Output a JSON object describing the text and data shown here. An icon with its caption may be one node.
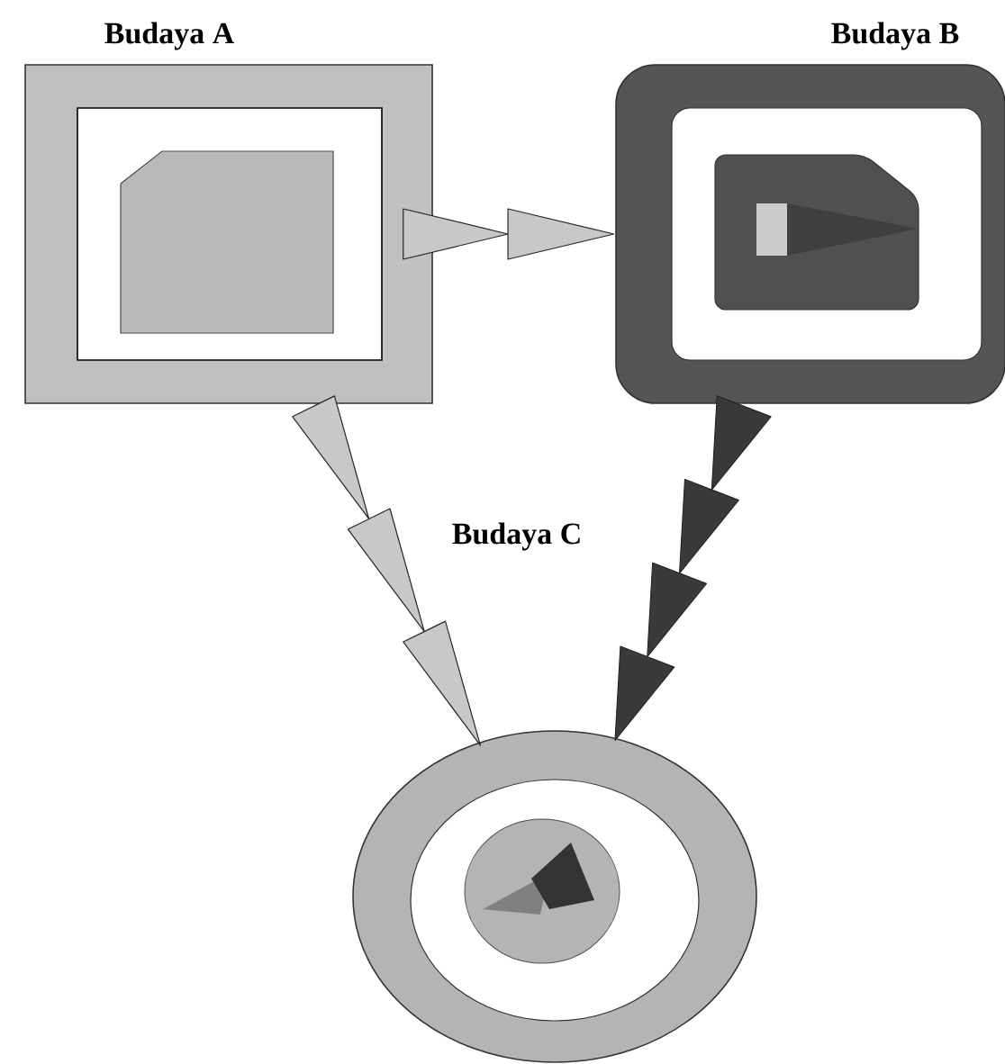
{
  "diagram": {
    "nodes": [
      {
        "text": [
          "Budaya A"
        ]
      },
      {
        "text": [
          "Budaya B"
        ]
      },
      {
        "text": [],
        "shape": "circle"
      }
    ],
    "edges": [
      {
        "from": 0,
        "to": 1,
        "arrow": "to"
      },
      {
        "from": 0,
        "to": 2,
        "arrow": "to"
      },
      {
        "from": 1,
        "to": 2,
        "arrow": "to",
        "color": "#3a3a3a"
      }
    ],
    "labels": [
      "Budaya C"
    ]
  }
}
